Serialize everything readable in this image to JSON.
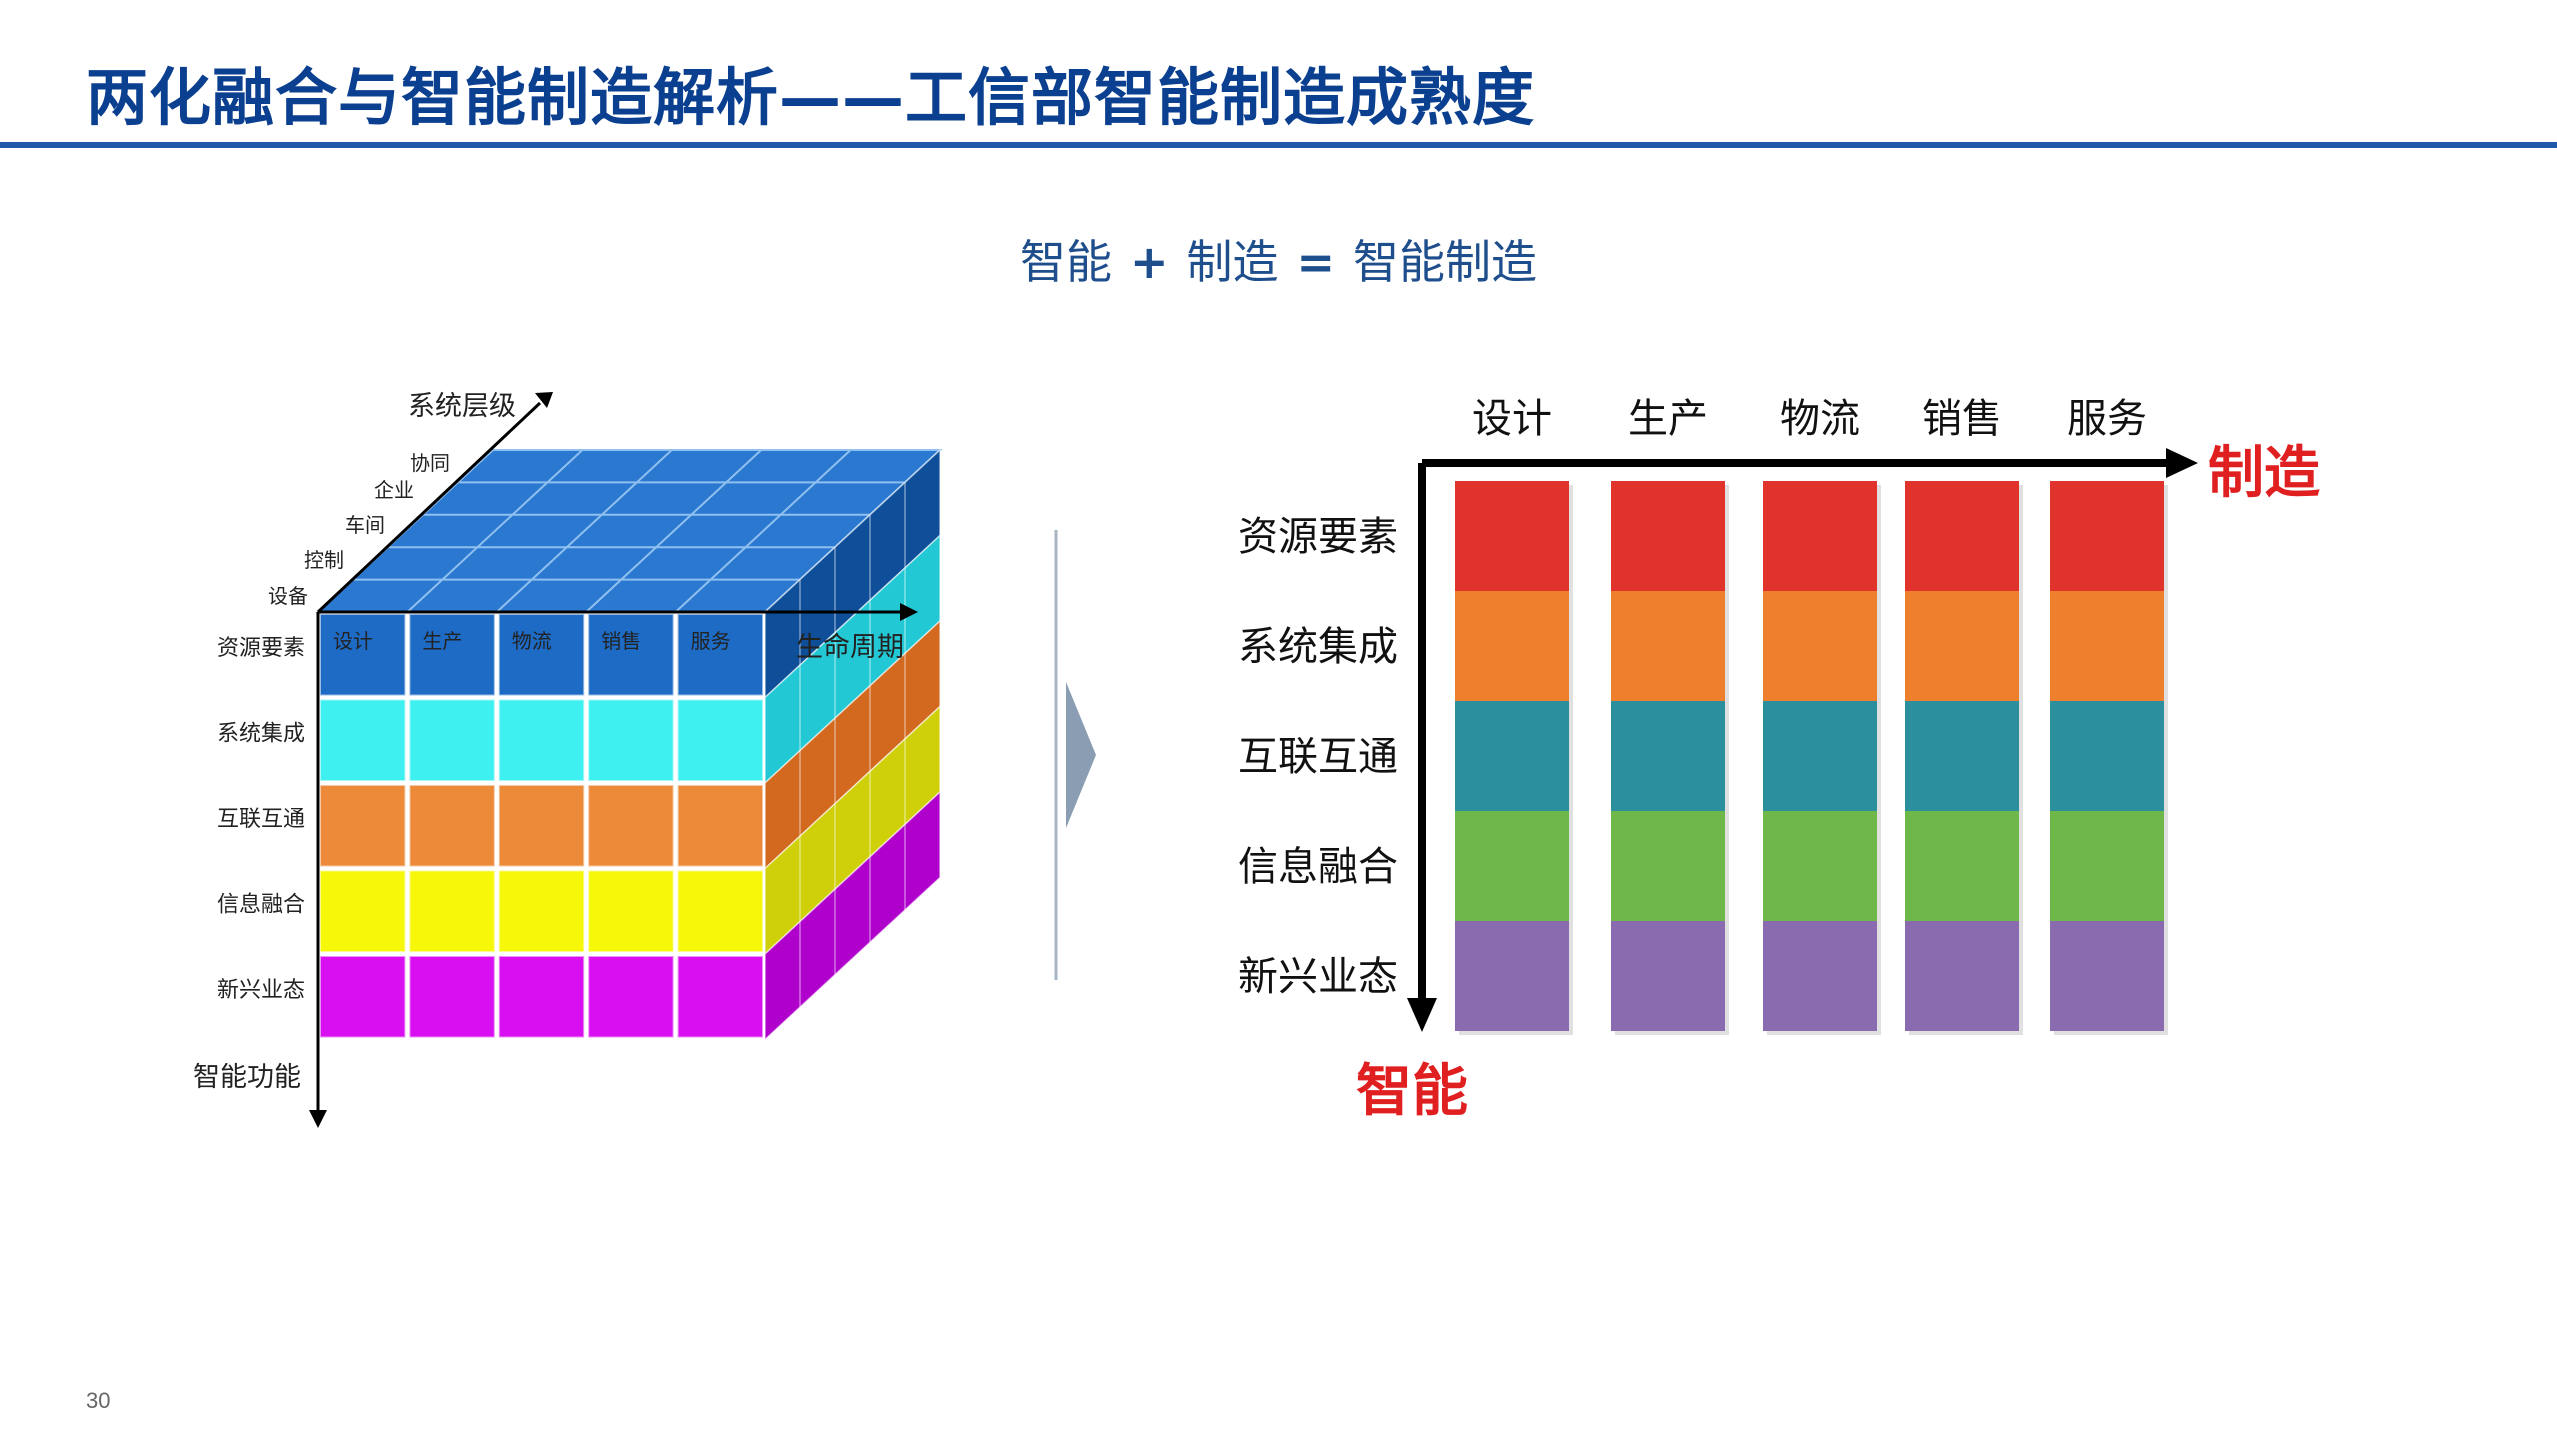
{
  "slide": {
    "title": "两化融合与智能制造解析——工信部智能制造成熟度",
    "page_number": "30"
  },
  "formula": {
    "a": "智能",
    "plus": "+",
    "b": "制造",
    "equals": "=",
    "result": "智能制造"
  },
  "cube": {
    "axis_system_levels": "系统层级",
    "axis_lifecycle": "生命周期",
    "axis_intelligence": "智能功能",
    "levels": [
      "协同",
      "企业",
      "车间",
      "控制",
      "设备"
    ],
    "lifecycle": [
      "设计",
      "生产",
      "物流",
      "销售",
      "服务"
    ],
    "functions": [
      "资源要素",
      "系统集成",
      "互联互通",
      "信息融合",
      "新兴业态"
    ],
    "layer_colors": [
      {
        "front": "#1d6bc4",
        "side": "#0f4e99",
        "top": "#2a78d0"
      },
      {
        "front": "#3ef0f0",
        "side": "#22c9d4"
      },
      {
        "front": "#ec8a3a",
        "side": "#d2691e"
      },
      {
        "front": "#f7f70a",
        "side": "#cfd00a"
      },
      {
        "front": "#d80ff0",
        "side": "#b000cc"
      }
    ]
  },
  "grid": {
    "columns": [
      "设计",
      "生产",
      "物流",
      "销售",
      "服务"
    ],
    "rows": [
      "资源要素",
      "系统集成",
      "互联互通",
      "信息融合",
      "新兴业态"
    ],
    "axis_manufacturing": "制造",
    "axis_intelligence": "智能",
    "row_colors": [
      "#e0332b",
      "#ee7f2c",
      "#2c8f9e",
      "#6db849",
      "#8a6bb0"
    ],
    "accent_red": "#e02020"
  }
}
